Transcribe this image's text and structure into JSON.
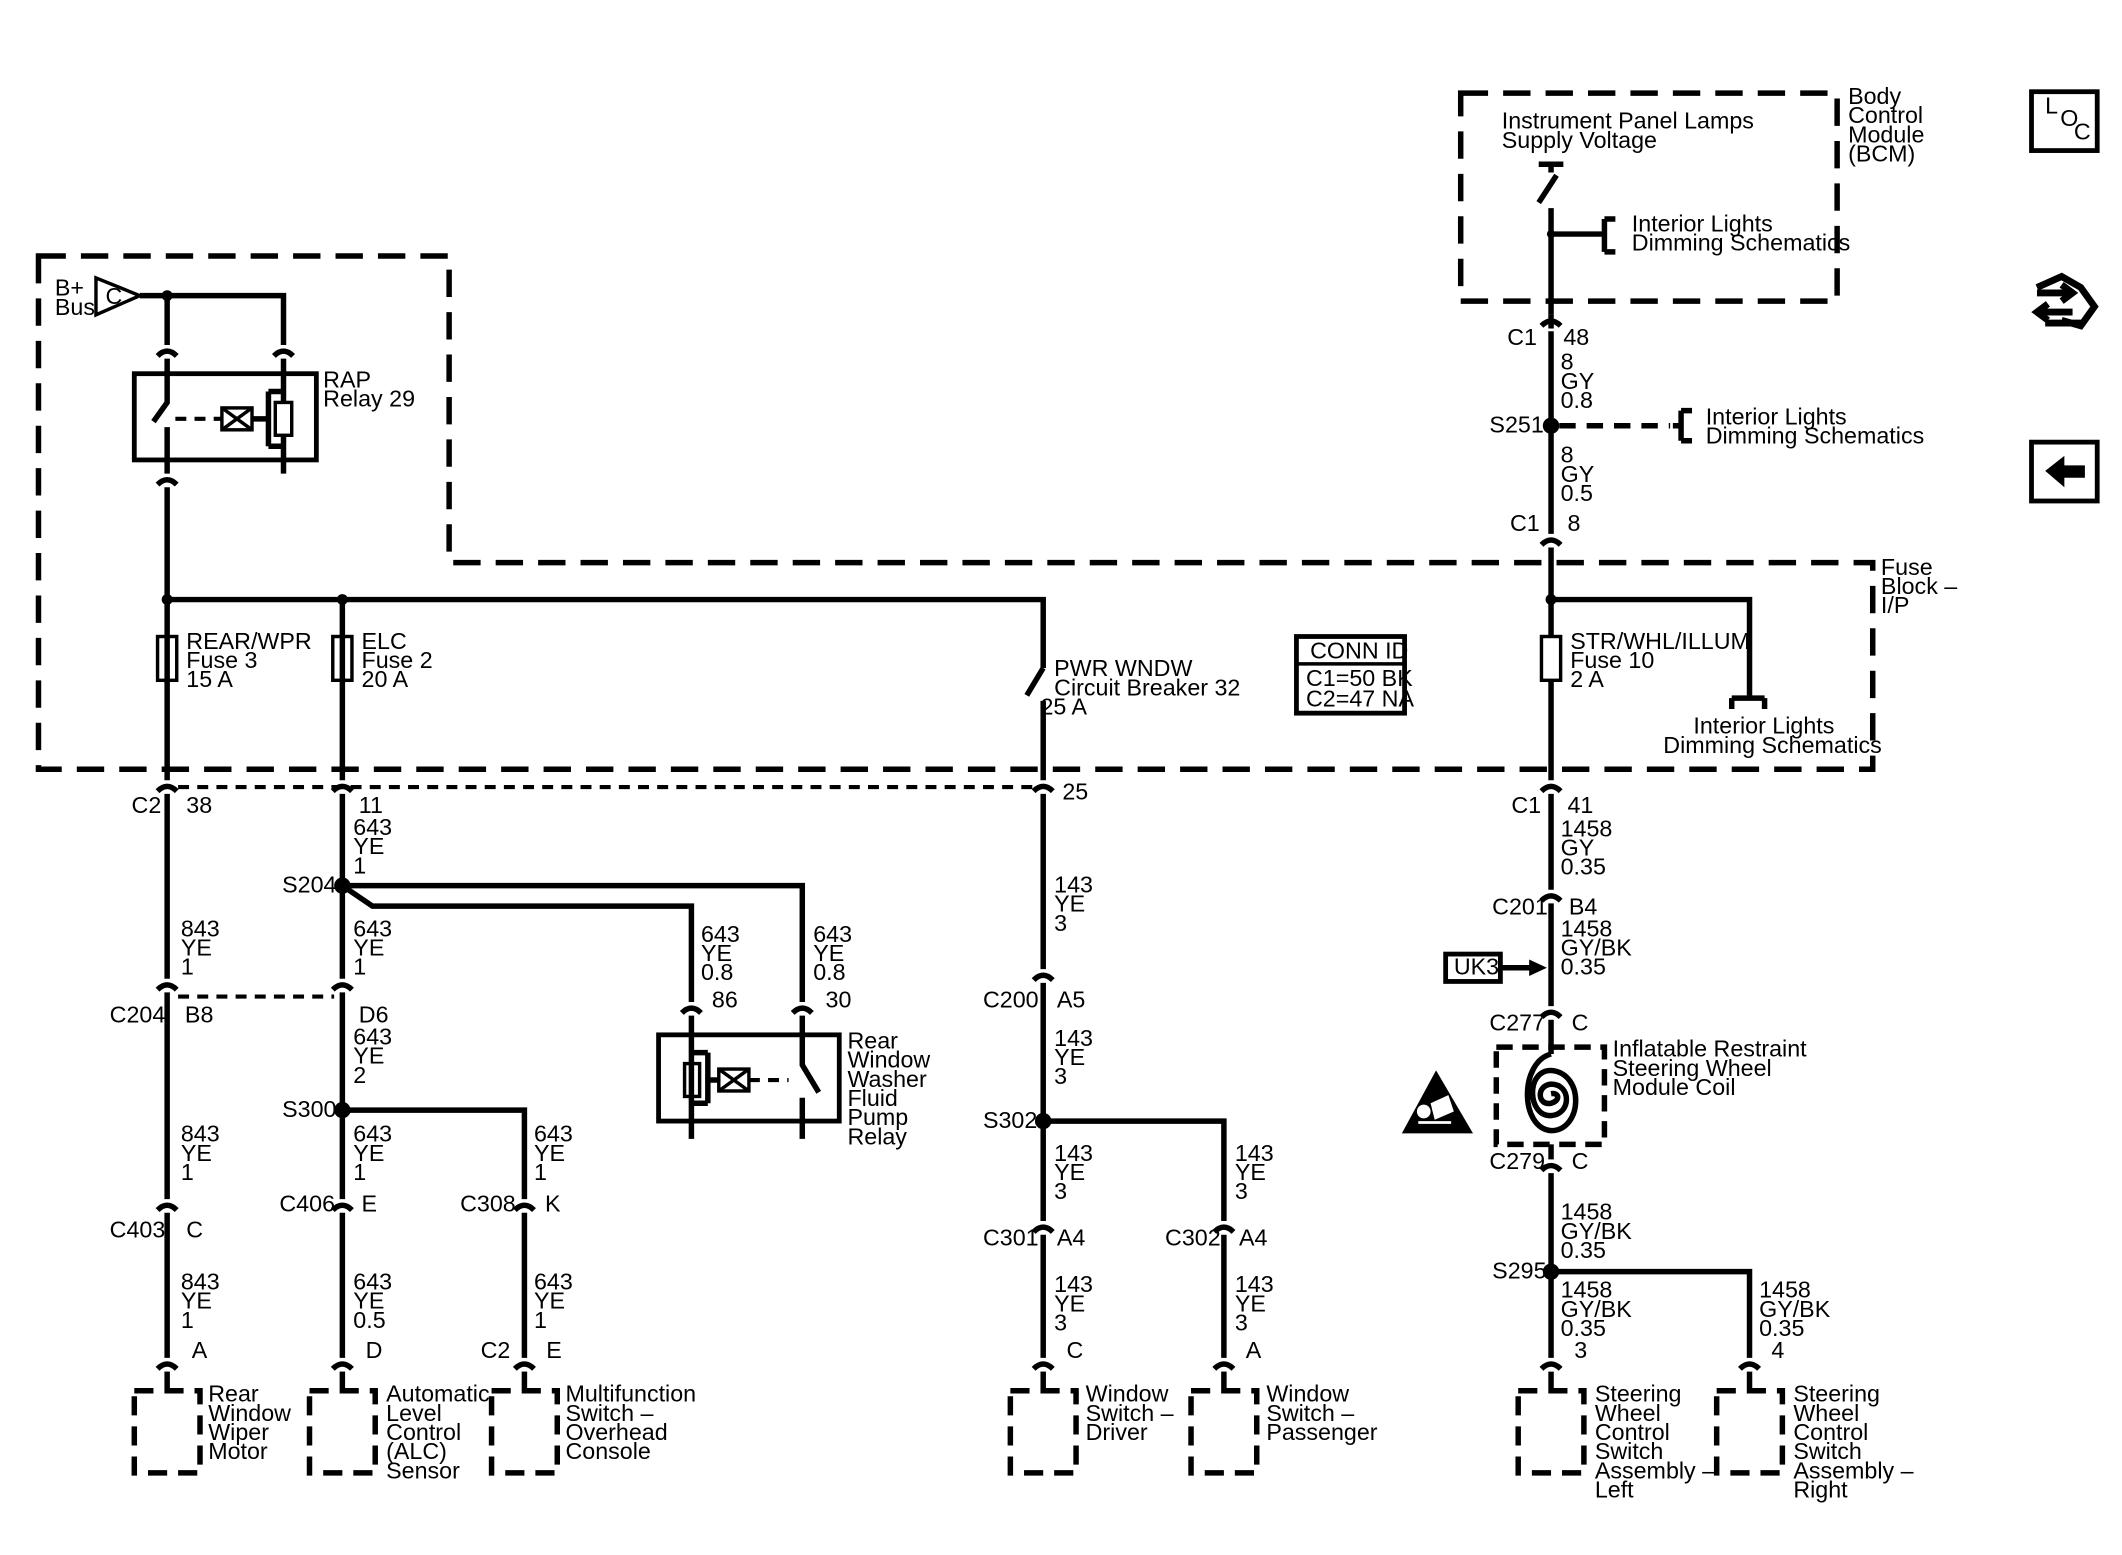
{
  "bcm": {
    "label": [
      "Body",
      "Control",
      "Module",
      "(BCM)"
    ],
    "supply": [
      "Instrument Panel Lamps",
      "Supply Voltage"
    ],
    "dimming": [
      "Interior Lights",
      "Dimming Schematics"
    ]
  },
  "nav": {
    "loc_l": "L",
    "loc_o": "O",
    "loc_c": "C"
  },
  "top_wire": {
    "c1_pin48": {
      "conn": "C1",
      "pin": "48"
    },
    "w1": [
      "8",
      "GY",
      "0.8"
    ],
    "splice": "S251",
    "dimming": [
      "Interior Lights",
      "Dimming Schematics"
    ],
    "w2": [
      "8",
      "GY",
      "0.5"
    ],
    "c1_pin8": {
      "conn": "C1",
      "pin": "8"
    }
  },
  "fuse_block": {
    "label": [
      "Fuse",
      "Block –",
      "I/P"
    ],
    "bplus": [
      "B+",
      "Bus"
    ],
    "bplus_symbol": "C",
    "relay": [
      "RAP",
      "Relay 29"
    ],
    "fuse_rear": [
      "REAR/WPR",
      "Fuse 3",
      "15 A"
    ],
    "fuse_elc": [
      "ELC",
      "Fuse 2",
      "20 A"
    ],
    "breaker": [
      "PWR WNDW",
      "Circuit Breaker 32",
      "25 A"
    ],
    "fuse_str": [
      "STR/WHL/ILLUM",
      "Fuse 10",
      "2 A"
    ],
    "dimming": [
      "Interior Lights",
      "Dimming Schematics"
    ],
    "conn_id": {
      "title": "CONN ID",
      "c1": "C1=50 BK",
      "c2": "C2=47 NA"
    }
  },
  "col_rear": {
    "c2_conn": "C2",
    "c2_pin": "38",
    "w1": [
      "843",
      "YE",
      "1"
    ],
    "c204_conn": "C204",
    "c204_pin": "B8",
    "w2": [
      "843",
      "YE",
      "1"
    ],
    "c403_conn": "C403",
    "c403_pin": "C",
    "w3": [
      "843",
      "YE",
      "1"
    ],
    "term_pin": "A",
    "component": [
      "Rear",
      "Window",
      "Wiper",
      "Motor"
    ]
  },
  "col_elc": {
    "c2_pin": "11",
    "w1": [
      "643",
      "YE",
      "1"
    ],
    "s204": "S204",
    "w2": [
      "643",
      "YE",
      "1"
    ],
    "c204_pin": "D6",
    "w3": [
      "643",
      "YE",
      "2"
    ],
    "s300": "S300",
    "w4": [
      "643",
      "YE",
      "1"
    ],
    "c406_conn": "C406",
    "c406_pin": "E",
    "w5": [
      "643",
      "YE",
      "0.5"
    ],
    "term_pin": "D",
    "component": [
      "Automatic",
      "Level",
      "Control",
      "(ALC)",
      "Sensor"
    ],
    "mfs_w1": [
      "643",
      "YE",
      "1"
    ],
    "c308_conn": "C308",
    "c308_pin": "K",
    "mfs_w2": [
      "643",
      "YE",
      "1"
    ],
    "mfs_conn": "C2",
    "mfs_pin": "E",
    "mfs_component": [
      "Multifunction",
      "Switch –",
      "Overhead",
      "Console"
    ]
  },
  "washer_relay": {
    "w86": [
      "643",
      "YE",
      "0.8"
    ],
    "w30": [
      "643",
      "YE",
      "0.8"
    ],
    "pin86": "86",
    "pin30": "30",
    "label": [
      "Rear",
      "Window",
      "Washer",
      "Fluid",
      "Pump",
      "Relay"
    ]
  },
  "col_pwr": {
    "c2_pin": "25",
    "w1": [
      "143",
      "YE",
      "3"
    ],
    "c200_conn": "C200",
    "c200_pin": "A5",
    "w2": [
      "143",
      "YE",
      "3"
    ],
    "s302": "S302",
    "w3": [
      "143",
      "YE",
      "3"
    ],
    "c301_conn": "C301",
    "c301_pin": "A4",
    "w4": [
      "143",
      "YE",
      "3"
    ],
    "term_pin": "C",
    "component": [
      "Window",
      "Switch –",
      "Driver"
    ],
    "p_w1": [
      "143",
      "YE",
      "3"
    ],
    "c302_conn": "C302",
    "c302_pin": "A4",
    "p_w2": [
      "143",
      "YE",
      "3"
    ],
    "p_term_pin": "A",
    "p_component": [
      "Window",
      "Switch –",
      "Passenger"
    ]
  },
  "col_str": {
    "c1_conn": "C1",
    "c1_pin": "41",
    "w1": [
      "1458",
      "GY",
      "0.35"
    ],
    "c201_conn": "C201",
    "c201_pin": "B4",
    "w2": [
      "1458",
      "GY/BK",
      "0.35"
    ],
    "uk3": "UK3",
    "c277_conn": "C277",
    "c277_pin": "C",
    "coil": [
      "Inflatable Restraint",
      "Steering Wheel",
      "Module Coil"
    ],
    "c279_conn": "C279",
    "c279_pin": "C",
    "w3": [
      "1458",
      "GY/BK",
      "0.35"
    ],
    "s295": "S295",
    "wl": [
      "1458",
      "GY/BK",
      "0.35"
    ],
    "wr": [
      "1458",
      "GY/BK",
      "0.35"
    ],
    "pin_l": "3",
    "pin_r": "4",
    "left": [
      "Steering",
      "Wheel",
      "Control",
      "Switch",
      "Assembly –",
      "Left"
    ],
    "right": [
      "Steering",
      "Wheel",
      "Control",
      "Switch",
      "Assembly –",
      "Right"
    ]
  }
}
